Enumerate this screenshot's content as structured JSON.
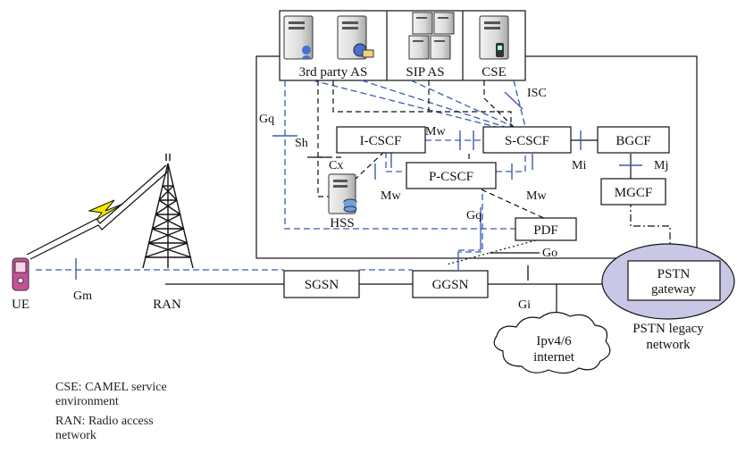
{
  "app_servers": {
    "third_party_as": "3rd party AS",
    "sip_as": "SIP AS",
    "cse": "CSE"
  },
  "nodes": {
    "i_cscf": "I-CSCF",
    "s_cscf": "S-CSCF",
    "bgcf": "BGCF",
    "p_cscf": "P-CSCF",
    "mgcf": "MGCF",
    "hss": "HSS",
    "pdf": "PDF",
    "sgsn": "SGSN",
    "ggsn": "GGSN",
    "pstn_gateway_line1": "PSTN",
    "pstn_gateway_line2": "gateway",
    "ue": "UE",
    "ran": "RAN"
  },
  "interfaces": {
    "isc": "ISC",
    "gq_top": "Gq",
    "sh": "Sh",
    "mw_top": "Mw",
    "cx": "Cx",
    "mi": "Mi",
    "mj": "Mj",
    "mw_left": "Mw",
    "mw_right": "Mw",
    "gq_mid": "Gq",
    "go": "Go",
    "gm": "Gm",
    "gi": "Gi"
  },
  "clouds": {
    "internet_line1": "Ipv4/6",
    "internet_line2": "internet",
    "pstn_legacy_line1": "PSTN legacy",
    "pstn_legacy_line2": "network"
  },
  "legend": {
    "cse_line1": "CSE: CAMEL service",
    "cse_line2": "environment",
    "ran_line1": "RAN: Radio access",
    "ran_line2": "network"
  },
  "colors": {
    "signaling_dashed": "#3a5bb0",
    "pstn_ellipse_fill": "#c9c7e6",
    "ue_phone": "#c8509a"
  }
}
